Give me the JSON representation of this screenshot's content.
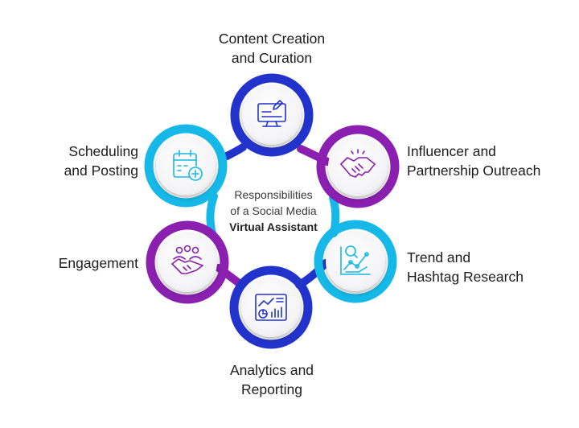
{
  "center": {
    "line1": "Responsibilities",
    "line2": "of a Social Media",
    "line3": "Virtual Assistant"
  },
  "nodes": [
    {
      "id": "content",
      "line1": "Content Creation",
      "line2": "and Curation",
      "color": "#2233cc",
      "icon": "computer-pen-icon"
    },
    {
      "id": "influencer",
      "line1": "Influencer and",
      "line2": "Partnership Outreach",
      "color": "#8a1fb0",
      "icon": "handshake-icon"
    },
    {
      "id": "trend",
      "line1": "Trend and",
      "line2": "Hashtag Research",
      "color": "#15b8e6",
      "icon": "trend-search-icon"
    },
    {
      "id": "analytics",
      "line1": "Analytics and",
      "line2": "Reporting",
      "color": "#2233cc",
      "icon": "analytics-dashboard-icon"
    },
    {
      "id": "engagement",
      "line1": "Engagement",
      "line2": "",
      "color": "#8a1fb0",
      "icon": "team-handshake-icon"
    },
    {
      "id": "scheduling",
      "line1": "Scheduling",
      "line2": "and Posting",
      "color": "#15b8e6",
      "icon": "calendar-add-icon"
    }
  ]
}
